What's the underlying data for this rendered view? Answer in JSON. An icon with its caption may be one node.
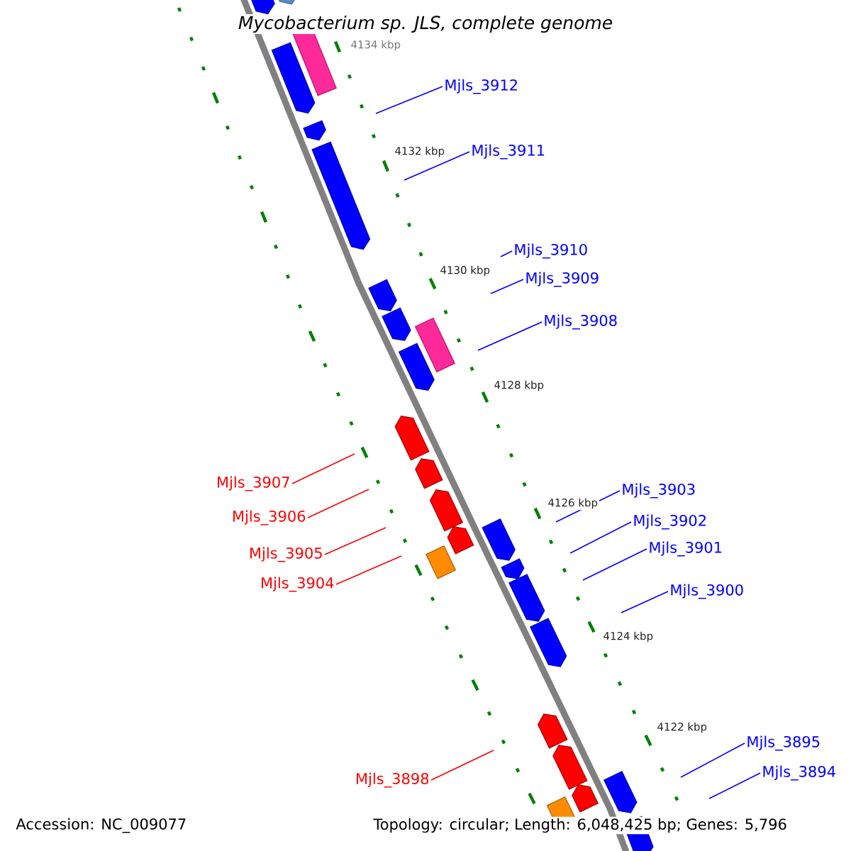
{
  "diagram": {
    "title": "Mycobacterium sp. JLS, complete genome",
    "nodes": [
      {
        "text": [
          "Mjls_3912"
        ]
      },
      {
        "text": [
          "Mjls_3911"
        ]
      },
      {
        "text": [
          "Mjls_3910"
        ]
      },
      {
        "text": [
          "Mjls_3909"
        ]
      },
      {
        "text": [
          "Mjls_3908"
        ]
      },
      {
        "text": [
          "Mjls_3907"
        ]
      },
      {
        "text": [
          "Mjls_3906"
        ]
      },
      {
        "text": [
          "Mjls_3905"
        ]
      },
      {
        "text": [
          "Mjls_3904"
        ]
      },
      {
        "text": [
          "Mjls_3903"
        ]
      },
      {
        "text": [
          "Mjls_3902"
        ]
      },
      {
        "text": [
          "Mjls_3901"
        ]
      },
      {
        "text": [
          "Mjls_3900"
        ]
      },
      {
        "text": [
          "Mjls_3898"
        ]
      },
      {
        "text": [
          "Mjls_3895"
        ]
      },
      {
        "text": [
          "Mjls_3894"
        ]
      }
    ],
    "edges": [
      {
        "from": 0,
        "to": null,
        "arrow": "none"
      },
      {
        "from": 1,
        "to": null,
        "arrow": "none"
      },
      {
        "from": 2,
        "to": null,
        "arrow": "none"
      },
      {
        "from": 3,
        "to": null,
        "arrow": "none"
      },
      {
        "from": 4,
        "to": null,
        "arrow": "none"
      },
      {
        "from": 5,
        "to": null,
        "arrow": "none",
        "color": "#ff0000"
      },
      {
        "from": 6,
        "to": null,
        "arrow": "none",
        "color": "#ff0000"
      },
      {
        "from": 7,
        "to": null,
        "arrow": "none",
        "color": "#ff0000"
      },
      {
        "from": 8,
        "to": null,
        "arrow": "none",
        "color": "#ff0000"
      },
      {
        "from": 9,
        "to": null,
        "arrow": "none"
      },
      {
        "from": 10,
        "to": null,
        "arrow": "none"
      },
      {
        "from": 11,
        "to": null,
        "arrow": "none"
      },
      {
        "from": 12,
        "to": null,
        "arrow": "none"
      },
      {
        "from": 13,
        "to": null,
        "arrow": "none",
        "color": "#ff0000"
      },
      {
        "from": 14,
        "to": null,
        "arrow": "none"
      },
      {
        "from": 15,
        "to": null,
        "arrow": "none"
      }
    ],
    "labels": [
      "4134 kbp",
      "4132 kbp",
      "4130 kbp",
      "4128 kbp",
      "4126 kbp",
      "4124 kbp",
      "4122 kbp",
      "Accession: NC_009077",
      "Topology: circular; Length: 6,048,425 bp; Genes: 5,796"
    ]
  }
}
